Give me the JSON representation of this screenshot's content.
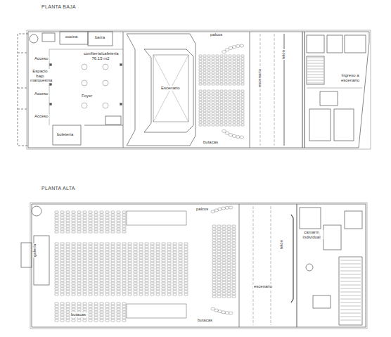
{
  "diagram": {
    "labels": [
      "PLANTA BAJA",
      "cocina",
      "barra",
      "confitería/cafetería 76.15 m2",
      "Acceso",
      "Espacio bajo marquesina",
      "Acceso",
      "Foyer",
      "Acceso",
      "boletería",
      "Escenario",
      "palcos",
      "butacas",
      "escenario",
      "telón",
      "Ingreso a escenario",
      "PLANTA ALTA",
      "galería",
      "palcos",
      "butacas",
      "butacas",
      "escenario",
      "telón",
      "camarín individual"
    ]
  }
}
